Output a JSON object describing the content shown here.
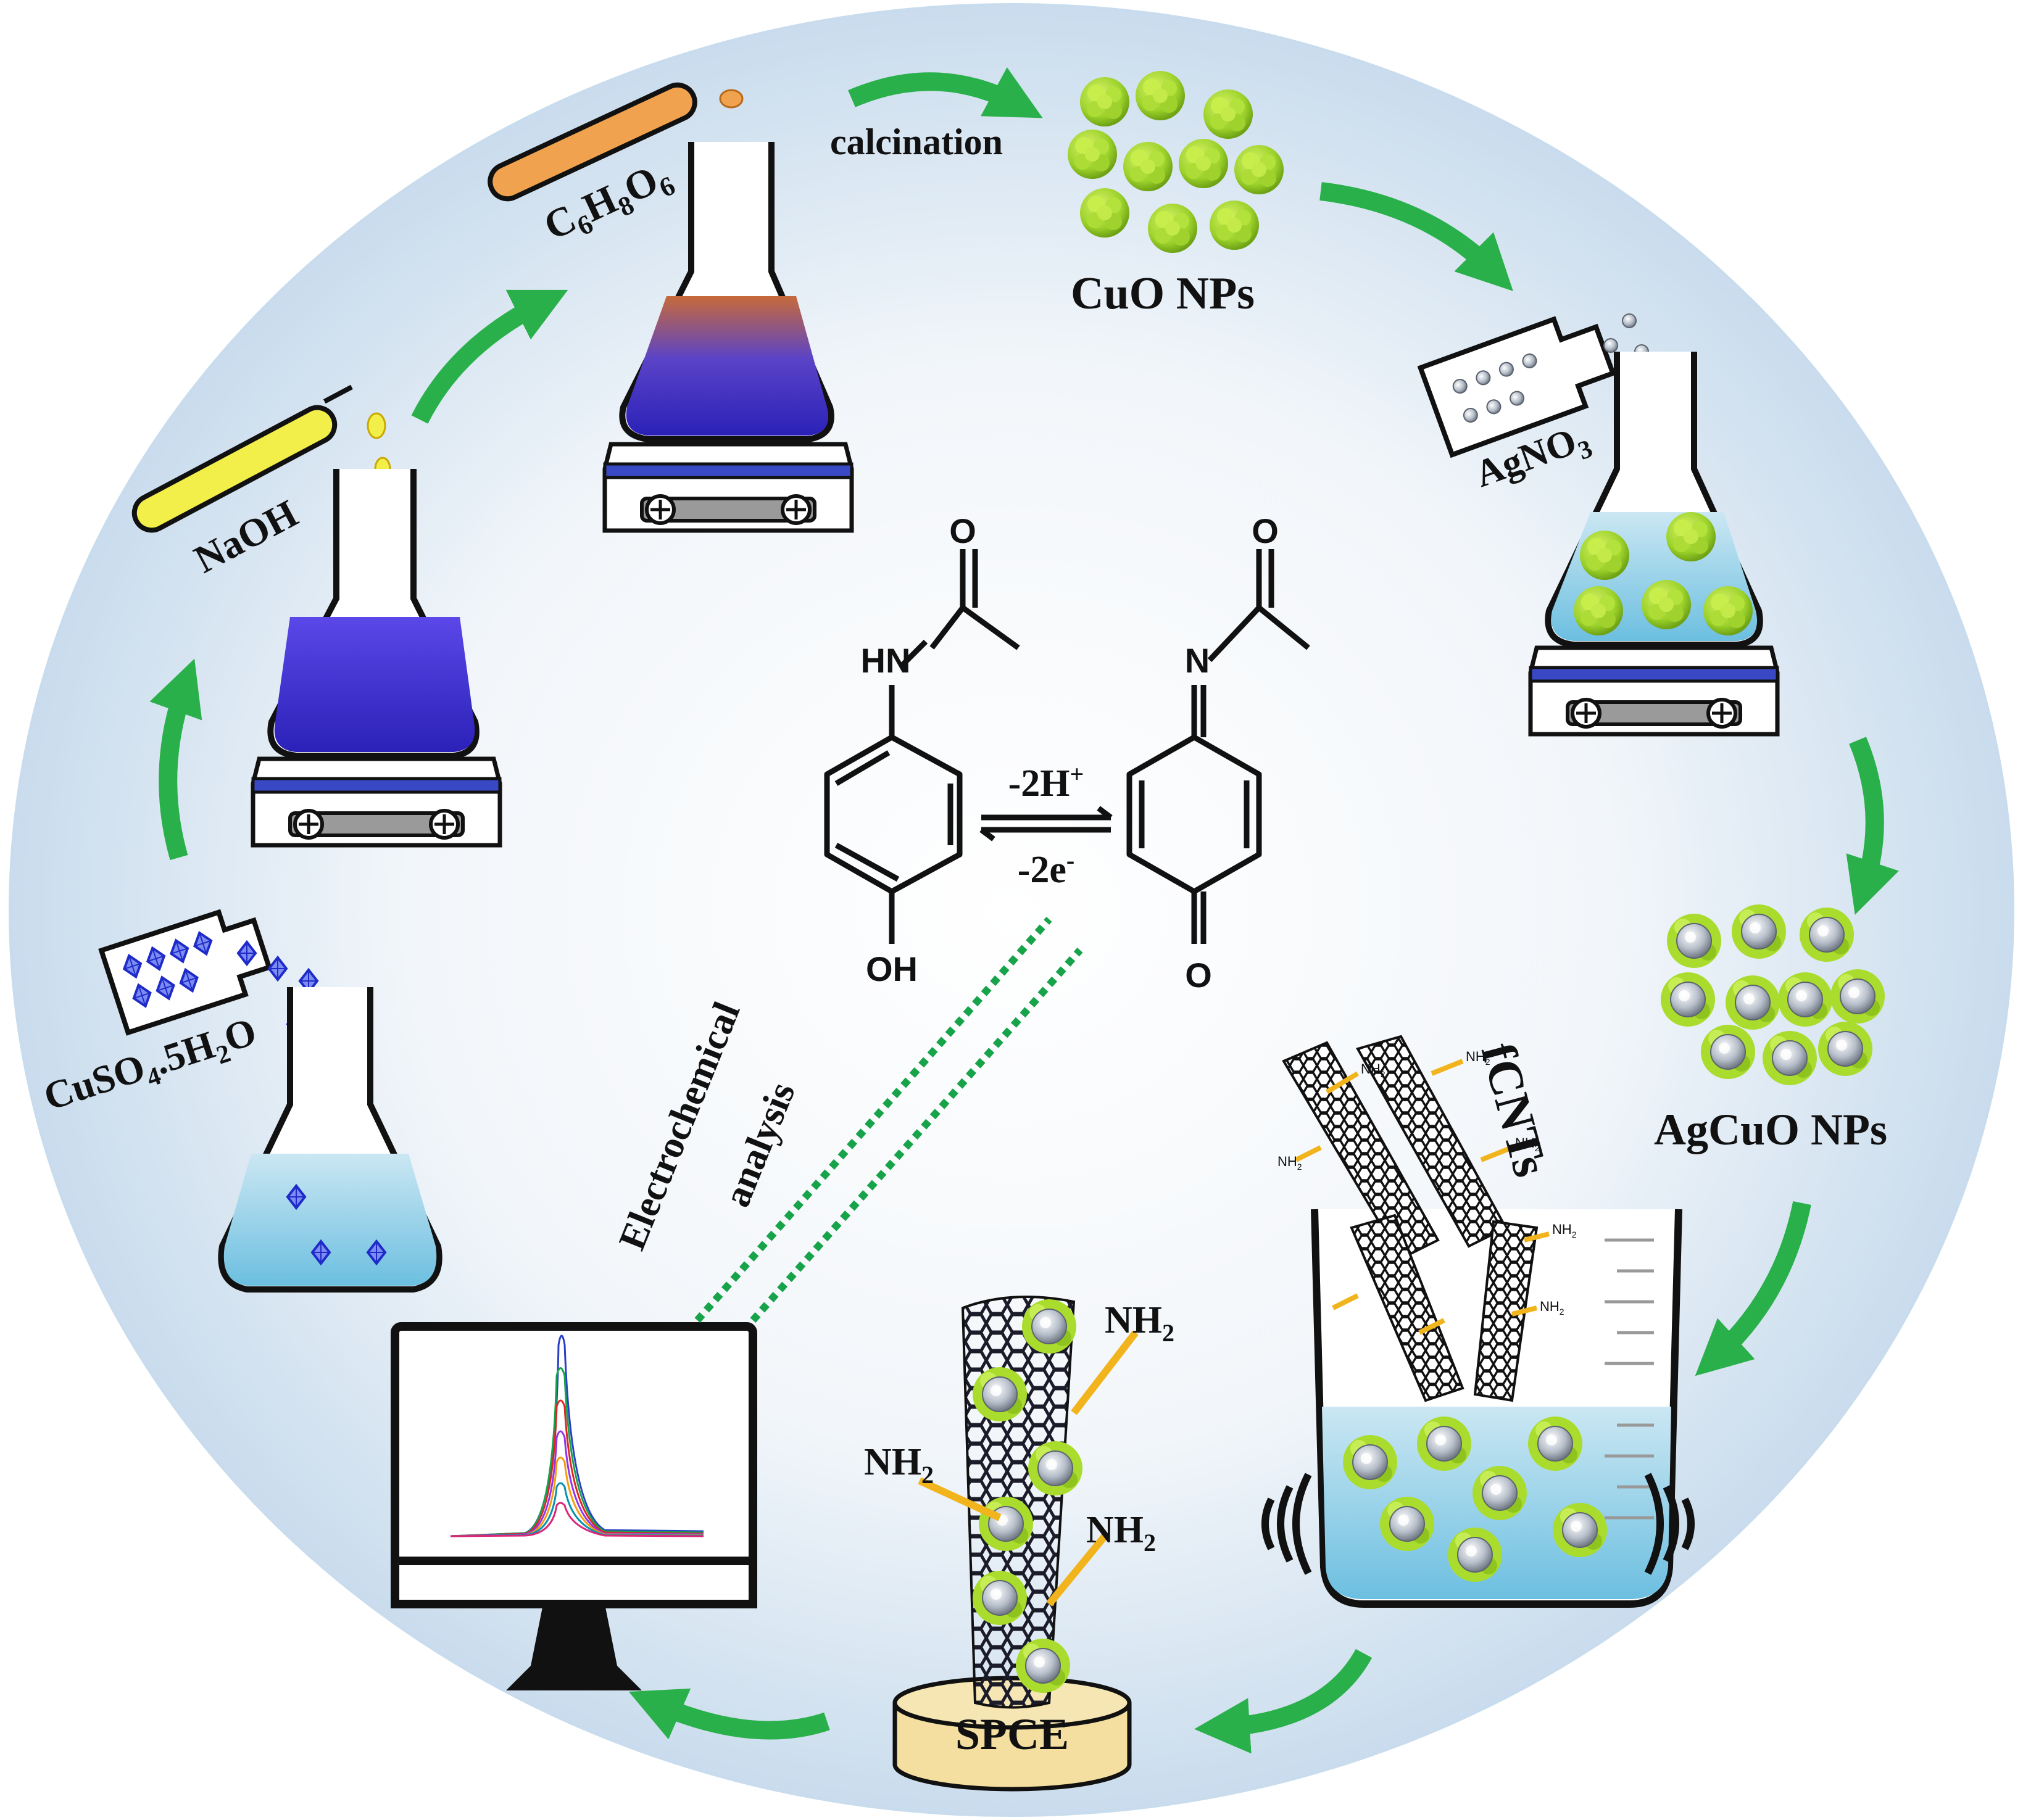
{
  "labels": {
    "calcination": "calcination",
    "cuo_nps": "CuO NPs",
    "agcuo_nps": "AgCuO NPs",
    "fcnts": "fCNTs",
    "spce": "SPCE",
    "electrochemical_line1": "Electrochemical",
    "electrochemical_line2": "analysis"
  },
  "reagents": {
    "naoh": "NaOH",
    "ascorbic": {
      "base": "C",
      "s1": "6",
      "m1": "H",
      "s2": "8",
      "m2": "O",
      "s3": "6"
    },
    "agno3": {
      "base": "AgNO",
      "sub": "3"
    },
    "cuso4": {
      "a": "CuSO",
      "s1": "4",
      "b": ".5H",
      "s2": "2",
      "c": "O"
    }
  },
  "amine": {
    "base": "NH",
    "sub": "2"
  },
  "reaction": {
    "top": "-2H",
    "top_sup": "+",
    "bottom": "-2e",
    "bottom_sup": "-",
    "left_atoms": {
      "hn": "HN",
      "o": "O",
      "oh": "OH"
    },
    "right_atoms": {
      "n": "N",
      "o_top": "O",
      "o_bottom": "O"
    }
  },
  "colors": {
    "arrow_green": "#2ab04a",
    "nanoparticle_green": "#a6d62a",
    "solution_blue": "#3a2fd6",
    "solution_light": "#7fc6e3",
    "naoh_yellow": "#f2ee4a",
    "ascorbic_orange": "#f0a24e",
    "circle_fill": "#dfeaf3",
    "spce_gold": "#f4dfa0",
    "amine_line": "#f2b41c"
  },
  "icons": [
    "erlenmeyer-flask-icon",
    "magnetic-stirrer-icon",
    "test-tube-icon",
    "reagent-bottle-icon",
    "nanoparticle-cluster-icon",
    "carbon-nanotube-icon",
    "beaker-icon",
    "ultrasound-icon",
    "monitor-icon"
  ]
}
